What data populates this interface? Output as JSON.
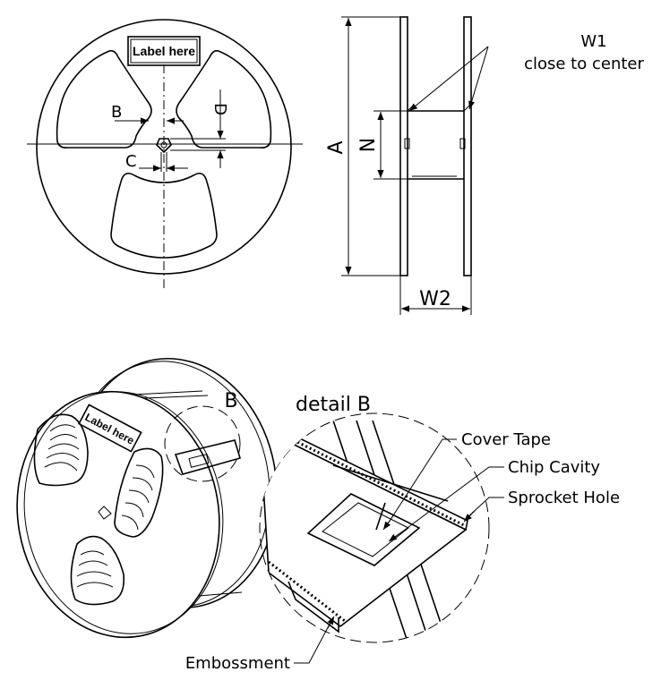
{
  "front_view": {
    "label_text": "Label here",
    "dim_b": "B",
    "dim_c": "C",
    "dim_d": "D"
  },
  "side_view": {
    "dim_a": "A",
    "dim_n": "N",
    "dim_w2": "W2",
    "w1_title": "W1",
    "w1_note": "close to center"
  },
  "iso_view": {
    "label_text": "Label here",
    "detail_marker": "B"
  },
  "detail_view": {
    "title": "detail B",
    "callout_cover_tape": "Cover Tape",
    "callout_chip_cavity": "Chip Cavity",
    "callout_sprocket_hole": "Sprocket Hole",
    "callout_embossment": "Embossment"
  }
}
